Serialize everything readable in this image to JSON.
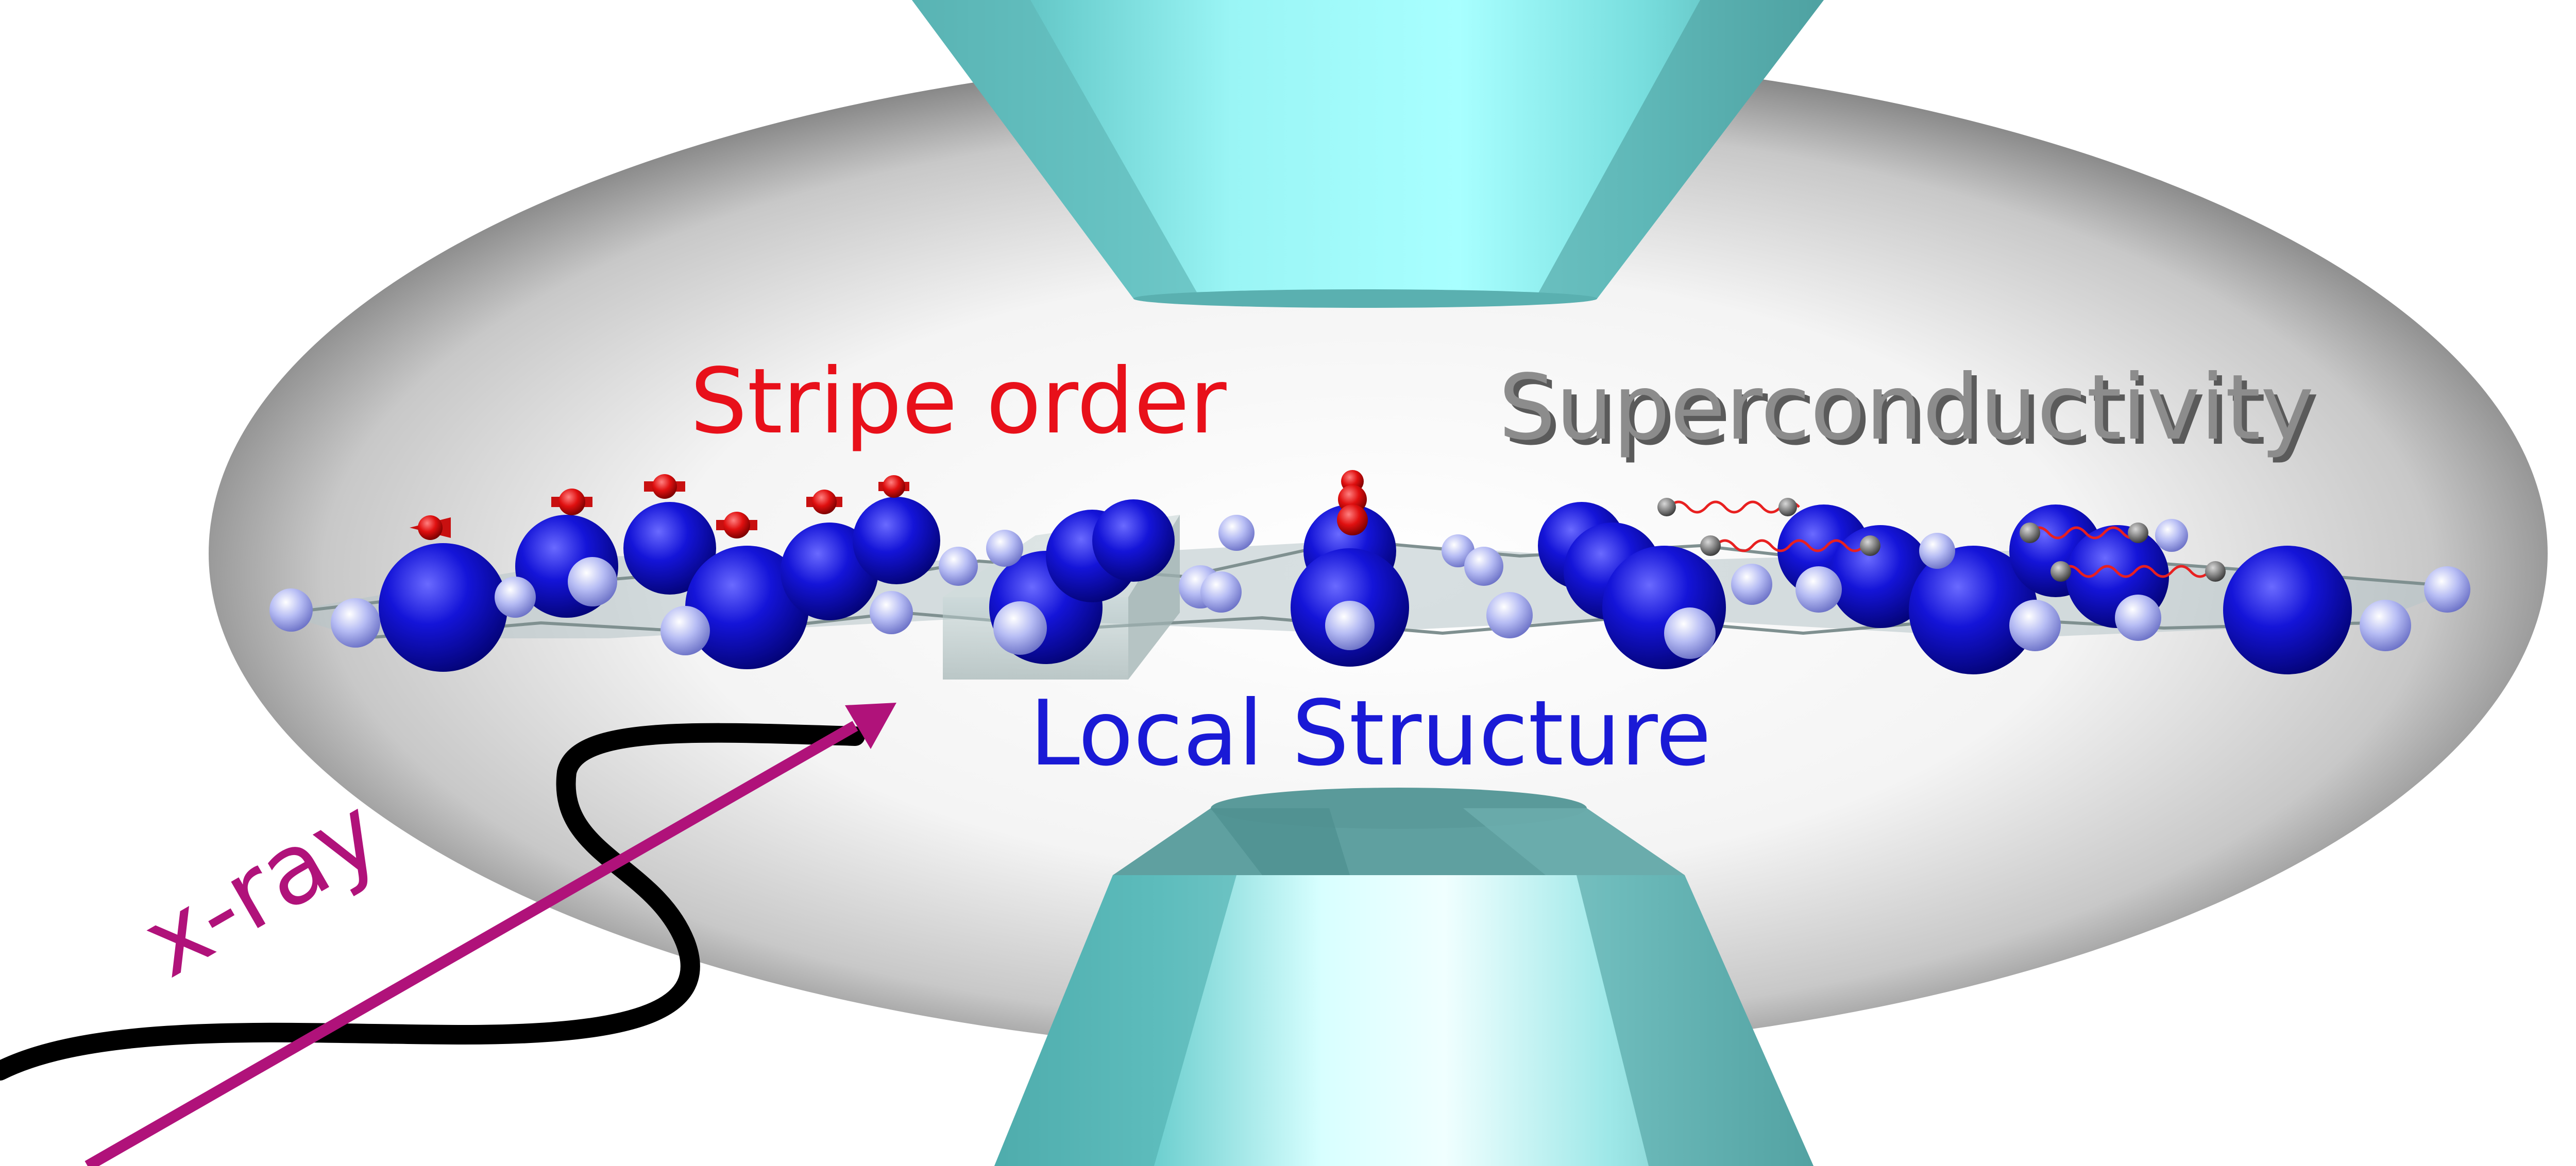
{
  "labels": {
    "stripe_order": "Stripe order",
    "superconductivity": "Superconductivity",
    "local_structure": "Local Structure",
    "xray": "x-ray"
  },
  "colors": {
    "stripe_order": "#e8101a",
    "superconductivity": "#8c8c8c",
    "local_structure": "#1a1ad6",
    "xray": "#b0127a",
    "anvil": "#7fe3e3",
    "cell_gray": "#d9d9d9",
    "large_atom": "#1010c8",
    "small_atom": "#aab0f0",
    "spin": "#d81010",
    "cooper_pair": "#808080",
    "wave": "#000000"
  },
  "icons": [
    "pressure-cell",
    "diamond-anvil-top",
    "diamond-anvil-bottom",
    "crystal-lattice",
    "spin-arrow",
    "cooper-pair",
    "x-ray-beam",
    "x-ray-wave"
  ]
}
